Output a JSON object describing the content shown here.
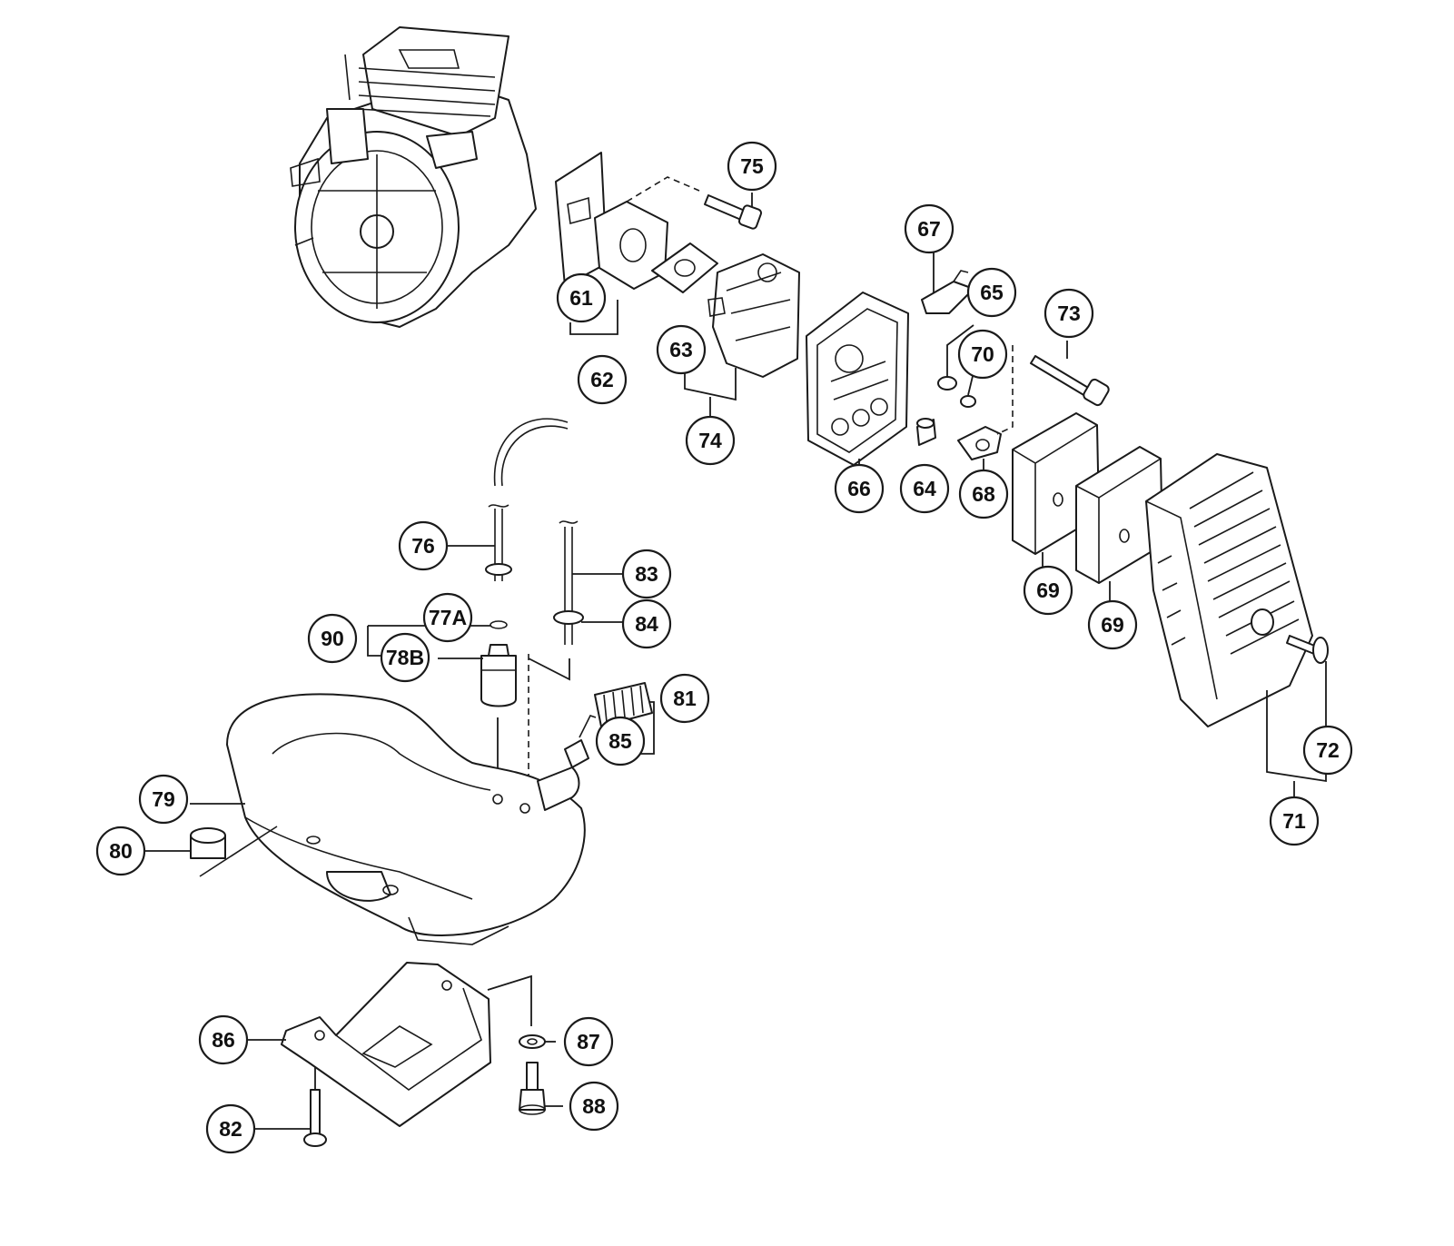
{
  "colors": {
    "line": "#1a1a1a",
    "background": "#ffffff"
  },
  "callouts": {
    "c61": "61",
    "c62": "62",
    "c63": "63",
    "c64": "64",
    "c65": "65",
    "c66": "66",
    "c67": "67",
    "c68": "68",
    "c69a": "69",
    "c69b": "69",
    "c70": "70",
    "c71": "71",
    "c72": "72",
    "c73": "73",
    "c74": "74",
    "c75": "75",
    "c76": "76",
    "c77a": "77A",
    "c78b": "78B",
    "c79": "79",
    "c80": "80",
    "c81": "81",
    "c82": "82",
    "c83": "83",
    "c84": "84",
    "c85": "85",
    "c86": "86",
    "c87": "87",
    "c88": "88",
    "c90": "90"
  }
}
